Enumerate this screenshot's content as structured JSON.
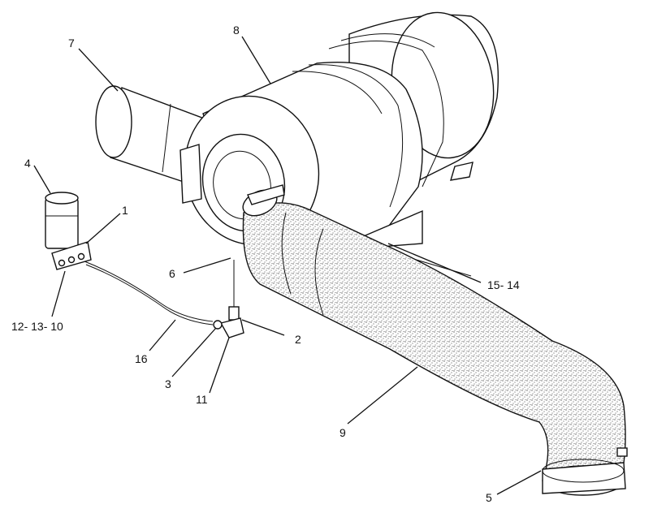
{
  "callouts": [
    {
      "id": "c7",
      "label": "7"
    },
    {
      "id": "c8",
      "label": "8"
    },
    {
      "id": "c4",
      "label": "4"
    },
    {
      "id": "c1",
      "label": "1"
    },
    {
      "id": "c6",
      "label": "6"
    },
    {
      "id": "c12",
      "label": "12- 13- 10"
    },
    {
      "id": "c15",
      "label": "15- 14"
    },
    {
      "id": "c16",
      "label": "16"
    },
    {
      "id": "c2",
      "label": "2"
    },
    {
      "id": "c3",
      "label": "3"
    },
    {
      "id": "c11",
      "label": "11"
    },
    {
      "id": "c9",
      "label": "9"
    },
    {
      "id": "c5",
      "label": "5"
    }
  ],
  "colors": {
    "ink": "#111111",
    "background": "#ffffff",
    "stipple": "#222222"
  }
}
